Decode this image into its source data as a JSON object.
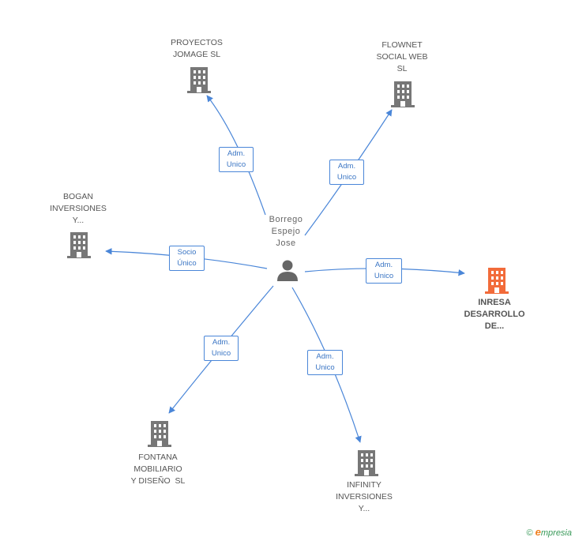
{
  "colors": {
    "edge": "#4a86d8",
    "building": "#777777",
    "building_focus": "#f26b3a",
    "person": "#666666"
  },
  "center": {
    "name_lines": [
      "Borrego",
      "Espejo",
      "Jose"
    ],
    "icon": "person-icon"
  },
  "nodes": [
    {
      "id": "proyectos",
      "lines": [
        "PROYECTOS",
        "JOMAGE SL"
      ],
      "relation": [
        "Adm.",
        "Unico"
      ],
      "icon": "building-icon"
    },
    {
      "id": "flownet",
      "lines": [
        "FLOWNET",
        "SOCIAL WEB",
        "SL"
      ],
      "relation": [
        "Adm.",
        "Unico"
      ],
      "icon": "building-icon"
    },
    {
      "id": "bogan",
      "lines": [
        "BOGAN",
        "INVERSIONES",
        "Y..."
      ],
      "relation": [
        "Socio",
        "Único"
      ],
      "icon": "building-icon"
    },
    {
      "id": "inresa",
      "lines": [
        "INRESA",
        "DESARROLLO",
        "DE..."
      ],
      "relation": [
        "Adm.",
        "Unico"
      ],
      "icon": "building-icon",
      "focus": true
    },
    {
      "id": "fontana",
      "lines": [
        "FONTANA",
        "MOBILIARIO",
        "Y DISEÑO  SL"
      ],
      "relation": [
        "Adm.",
        "Unico"
      ],
      "icon": "building-icon"
    },
    {
      "id": "infinity",
      "lines": [
        "INFINITY",
        "INVERSIONES",
        "Y..."
      ],
      "relation": [
        "Adm.",
        "Unico"
      ],
      "icon": "building-icon"
    }
  ],
  "footer": {
    "copyright": "©",
    "brand_initial": "e",
    "brand_rest": "mpresia"
  }
}
